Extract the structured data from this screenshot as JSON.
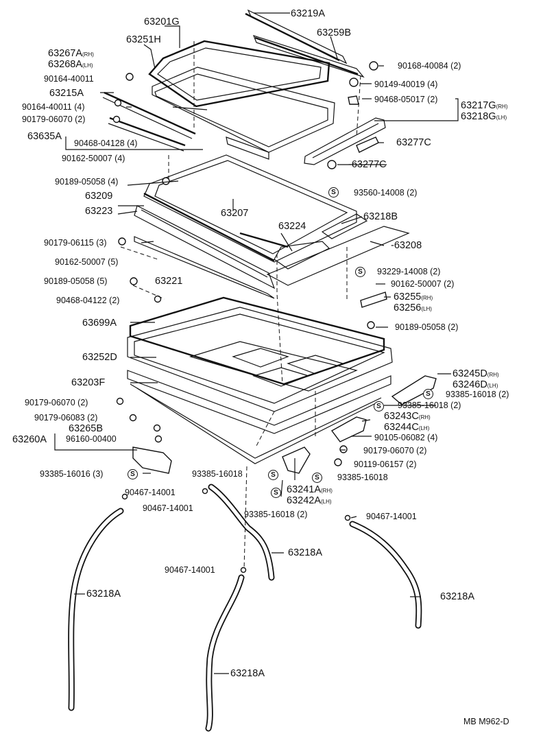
{
  "diagram": {
    "footer_code": "MB M962-D",
    "screw_symbol": "S",
    "callouts": [
      {
        "key": "c01",
        "text": "63201G"
      },
      {
        "key": "c02",
        "text": "63251H"
      },
      {
        "key": "c03",
        "text": "63267A",
        "suffix": "(RH)"
      },
      {
        "key": "c04",
        "text": "63268A",
        "suffix": "(LH)"
      },
      {
        "key": "c05",
        "text": "90164-40011"
      },
      {
        "key": "c06",
        "text": "63215A"
      },
      {
        "key": "c07",
        "text": "90164-40011 (4)"
      },
      {
        "key": "c08",
        "text": "90179-06070 (2)"
      },
      {
        "key": "c09",
        "text": "63635A"
      },
      {
        "key": "c10",
        "text": "90468-04128 (4)"
      },
      {
        "key": "c11",
        "text": "90162-50007 (4)"
      },
      {
        "key": "c12",
        "text": "90189-05058 (4)"
      },
      {
        "key": "c13",
        "text": "63209"
      },
      {
        "key": "c14",
        "text": "63223"
      },
      {
        "key": "c15",
        "text": "63207"
      },
      {
        "key": "c16",
        "text": "63224"
      },
      {
        "key": "c17",
        "text": "90179-06115 (3)"
      },
      {
        "key": "c18",
        "text": "90162-50007 (5)"
      },
      {
        "key": "c19",
        "text": "90189-05058 (5)"
      },
      {
        "key": "c20",
        "text": "63221"
      },
      {
        "key": "c21",
        "text": "90468-04122 (2)"
      },
      {
        "key": "c22",
        "text": "63699A"
      },
      {
        "key": "c23",
        "text": "63252D"
      },
      {
        "key": "c24",
        "text": "63203F"
      },
      {
        "key": "c25",
        "text": "90179-06070 (2)"
      },
      {
        "key": "c26",
        "text": "90179-06083 (2)"
      },
      {
        "key": "c27",
        "text": "63265B"
      },
      {
        "key": "c28",
        "text": "63260A"
      },
      {
        "key": "c29",
        "text": "96160-00400"
      },
      {
        "key": "c30",
        "text": "93385-16016 (3)"
      },
      {
        "key": "c31",
        "text": "90467-14001"
      },
      {
        "key": "c32",
        "text": "90467-14001"
      },
      {
        "key": "c33",
        "text": "93385-16018"
      },
      {
        "key": "c34",
        "text": "63219A"
      },
      {
        "key": "c35",
        "text": "63259B"
      },
      {
        "key": "c36",
        "text": "90168-40084 (2)"
      },
      {
        "key": "c37",
        "text": "90149-40019 (4)"
      },
      {
        "key": "c38",
        "text": "90468-05017 (2)"
      },
      {
        "key": "c39",
        "text": "63217G",
        "suffix": "(RH)"
      },
      {
        "key": "c40",
        "text": "63218G",
        "suffix": "(LH)"
      },
      {
        "key": "c41",
        "text": "63277C"
      },
      {
        "key": "c42",
        "text": "-63277C"
      },
      {
        "key": "c43",
        "text": "93560-14008 (2)"
      },
      {
        "key": "c44",
        "text": "63218B"
      },
      {
        "key": "c45",
        "text": "-63208"
      },
      {
        "key": "c46",
        "text": "93229-14008 (2)"
      },
      {
        "key": "c47",
        "text": "90162-50007 (2)"
      },
      {
        "key": "c48",
        "text": "63255",
        "suffix": "(RH)"
      },
      {
        "key": "c49",
        "text": "63256",
        "suffix": "(LH)"
      },
      {
        "key": "c50",
        "text": "90189-05058 (2)"
      },
      {
        "key": "c51",
        "text": "63245D",
        "suffix": "(RH)"
      },
      {
        "key": "c52",
        "text": "63246D",
        "suffix": "(LH)"
      },
      {
        "key": "c53",
        "text": "93385-16018 (2)"
      },
      {
        "key": "c54",
        "text": "93385-16018 (2)"
      },
      {
        "key": "c55",
        "text": "63243C",
        "suffix": "(RH)"
      },
      {
        "key": "c56",
        "text": "63244C",
        "suffix": "(LH)"
      },
      {
        "key": "c57",
        "text": "90105-06082 (4)"
      },
      {
        "key": "c58",
        "text": "90179-06070 (2)"
      },
      {
        "key": "c59",
        "text": "90119-06157 (2)"
      },
      {
        "key": "c60",
        "text": "93385-16018"
      },
      {
        "key": "c61",
        "text": "63241A",
        "suffix": "(RH)"
      },
      {
        "key": "c62",
        "text": "63242A",
        "suffix": "(LH)"
      },
      {
        "key": "c63",
        "text": "93385-16018 (2)"
      },
      {
        "key": "c64",
        "text": "90467-14001"
      },
      {
        "key": "c65",
        "text": "63218A"
      },
      {
        "key": "c66",
        "text": "90467-14001"
      },
      {
        "key": "c67",
        "text": "63218A"
      },
      {
        "key": "c68",
        "text": "63218A"
      },
      {
        "key": "c69",
        "text": "63218A"
      }
    ]
  }
}
